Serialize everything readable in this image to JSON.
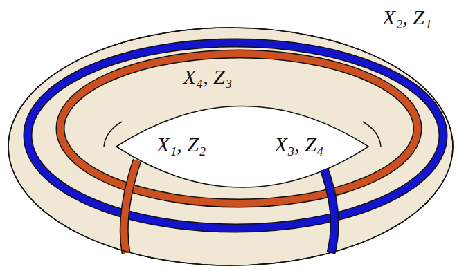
{
  "diagram": {
    "labels": [
      "X₂, Z₁",
      "X₄, Z₃",
      "X₁, Z₂",
      "X₃, Z₄"
    ]
  }
}
